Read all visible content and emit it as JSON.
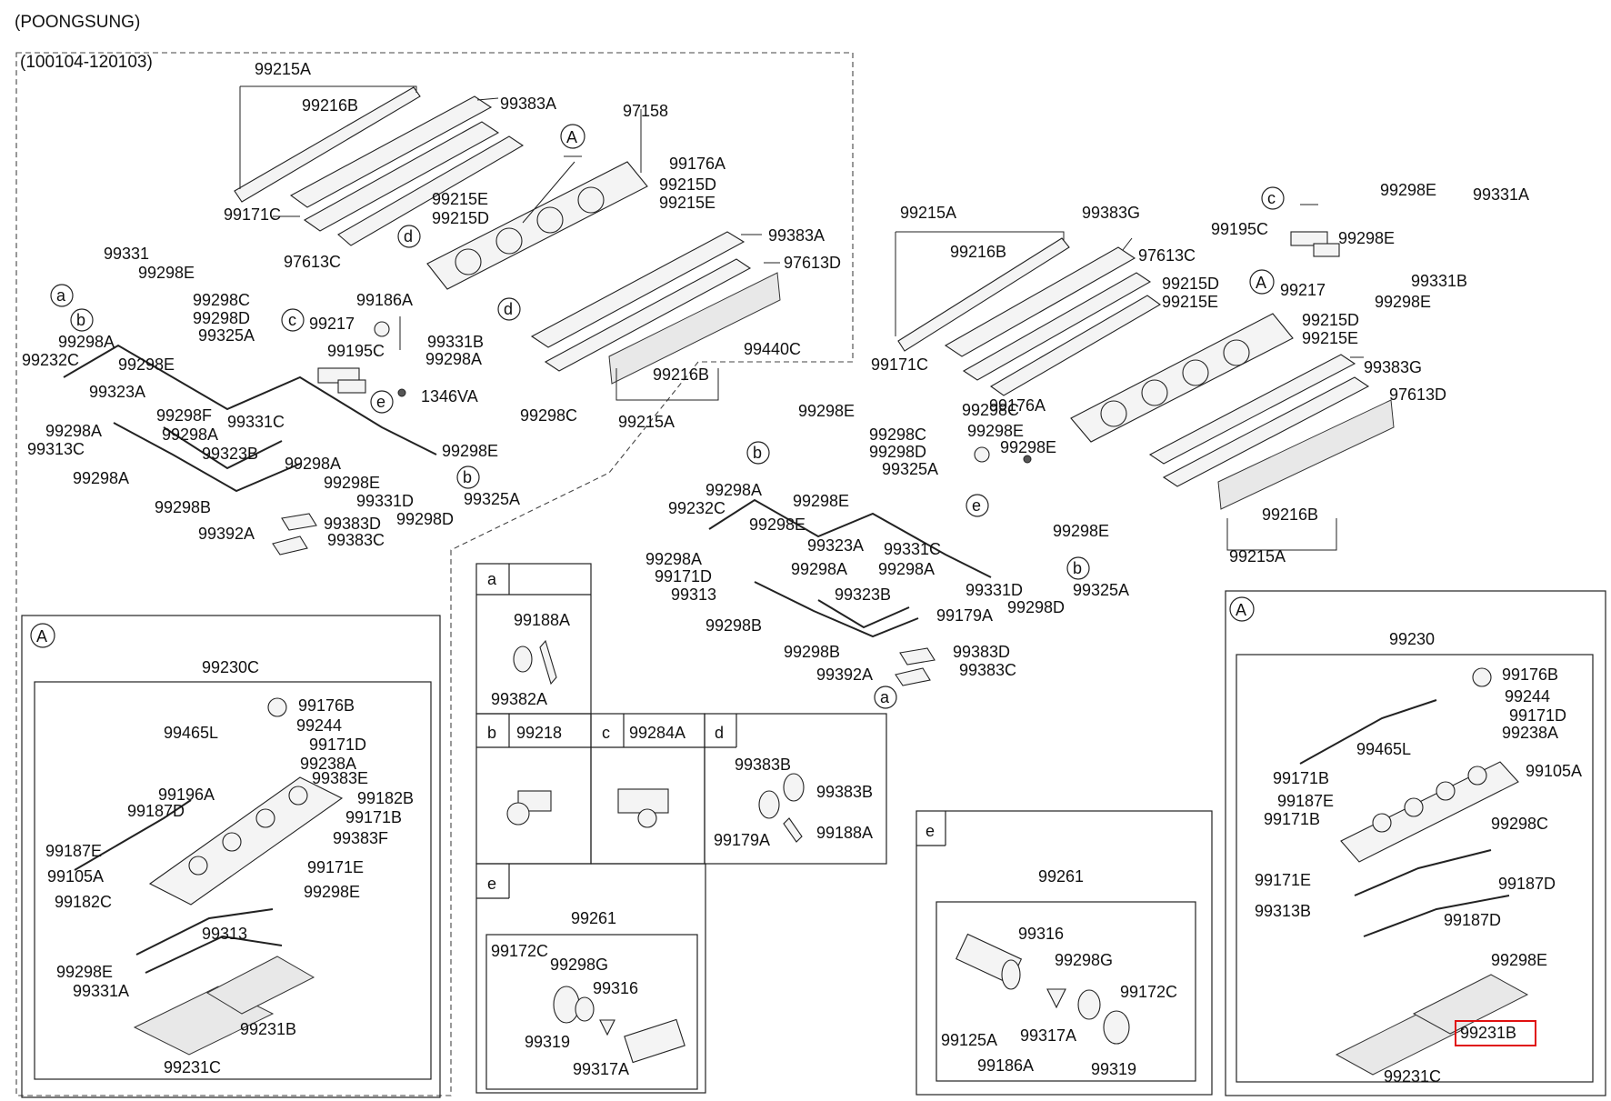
{
  "header": {
    "manufacturer": "(POONGSUNG)",
    "period": "(100104-120103)"
  },
  "panels": {
    "a": "a",
    "b": "b",
    "c": "c",
    "d": "d",
    "e_small": "e",
    "e_large": "e",
    "A_left": "A",
    "A_right": "A"
  },
  "labels": {
    "l1": "99215A",
    "l2": "99216B",
    "l3": "99383A",
    "l4": "97158",
    "l5": "99176A",
    "l6": "99215D",
    "l7": "99215E",
    "l8": "99215E",
    "l9": "99215D",
    "l10": "99171C",
    "l11": "97613C",
    "l12": "99383A",
    "l13": "97613D",
    "l14": "99331",
    "l15": "99298E",
    "l16": "99298C",
    "l17": "99298D",
    "l18": "99325A",
    "l19": "99186A",
    "l20": "99217",
    "l21": "99195C",
    "l22": "99331B",
    "l23": "99298A",
    "l24": "99298A",
    "l25": "99232C",
    "l26": "99298E",
    "l27": "99323A",
    "l28": "99298F",
    "l29": "99331C",
    "l30": "1346VA",
    "l31": "99440C",
    "l32": "99216B",
    "l33": "99215A",
    "l34": "99298A",
    "l35": "99298A",
    "l36": "99313C",
    "l37": "99323B",
    "l38": "99298A",
    "l39": "99298C",
    "l40": "99298E",
    "l41": "99298A",
    "l42": "99298E",
    "l43": "99298B",
    "l44": "99331D",
    "l45": "99325A",
    "l46": "99298D",
    "l47": "99383D",
    "l48": "99392A",
    "l49": "99383C",
    "r1": "99215A",
    "r2": "99383G",
    "r3": "99216B",
    "r4": "97613C",
    "r5": "99215D",
    "r6": "99215E",
    "r7": "99298E",
    "r8": "99331A",
    "r9": "99195C",
    "r10": "99298E",
    "r11": "99217",
    "r12": "99331B",
    "r13": "99298E",
    "r14": "99215D",
    "r15": "99215E",
    "r16": "99171C",
    "r17": "99383G",
    "r18": "97613D",
    "r19": "99176A",
    "r20": "99298E",
    "r21": "99298C",
    "r22": "99298C",
    "r23": "99298E",
    "r24": "99298D",
    "r25": "99298E",
    "r26": "99325A",
    "r27": "99298A",
    "r28": "99232C",
    "r29": "99298E",
    "r30": "99298E",
    "r31": "99216B",
    "r32": "99215A",
    "r33": "99298E",
    "r34": "99323A",
    "r35": "99331C",
    "r36": "99298A",
    "r37": "99171D",
    "r38": "99298A",
    "r39": "99298A",
    "r40": "99313",
    "r41": "99323B",
    "r42": "99331D",
    "r43": "99325A",
    "r44": "99298D",
    "r45": "99179A",
    "r46": "99298B",
    "r47": "99298B",
    "r48": "99383D",
    "r49": "99392A",
    "r50": "99383C",
    "pa1": "99230C",
    "pa2": "99176B",
    "pa3": "99244",
    "pa4": "99465L",
    "pa5": "99171D",
    "pa6": "99238A",
    "pa7": "99383E",
    "pa8": "99196A",
    "pa9": "99182B",
    "pa10": "99187D",
    "pa11": "99171B",
    "pa12": "99383F",
    "pa13": "99187E",
    "pa14": "99171E",
    "pa15": "99105A",
    "pa16": "99298E",
    "pa17": "99182C",
    "pa18": "99313",
    "pa19": "99298E",
    "pa20": "99331A",
    "pa21": "99231B",
    "pa22": "99231C",
    "sa1": "99188A",
    "sa2": "99382A",
    "sb1": "99218",
    "sc1": "99284A",
    "sd1": "99383B",
    "sd2": "99383B",
    "sd3": "99179A",
    "sd4": "99188A",
    "se1": "99261",
    "se2": "99172C",
    "se3": "99298G",
    "se4": "99316",
    "se5": "99319",
    "se6": "99317A",
    "le1": "99261",
    "le2": "99316",
    "le3": "99298G",
    "le4": "99172C",
    "le5": "99125A",
    "le6": "99317A",
    "le7": "99186A",
    "le8": "99319",
    "pr1": "99230",
    "pr2": "99176B",
    "pr3": "99244",
    "pr4": "99171D",
    "pr5": "99465L",
    "pr6": "99238A",
    "pr7": "99105A",
    "pr8": "99171B",
    "pr9": "99187E",
    "pr10": "99171B",
    "pr11": "99298C",
    "pr12": "99171E",
    "pr13": "99187D",
    "pr14": "99313B",
    "pr15": "99187D",
    "pr16": "99298E",
    "pr17": "99231B",
    "pr18": "99231C"
  },
  "highlight": {
    "part": "99231B",
    "color": "#e01010"
  }
}
